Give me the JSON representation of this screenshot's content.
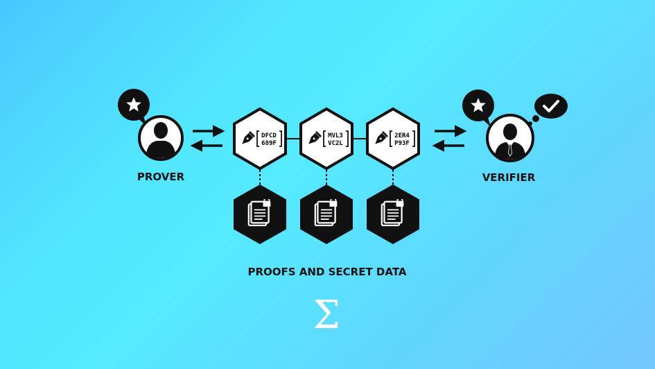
{
  "colors": {
    "background_start": "#48c8ff",
    "background_end": "#74c6ff",
    "ink": "#111111",
    "white": "#ffffff"
  },
  "prover": {
    "label": "PROVER",
    "icon": "user-icon",
    "bubble_icon": "star-icon"
  },
  "verifier": {
    "label": "VERIFIER",
    "icon": "businessman-icon",
    "bubble_icon": "star-icon",
    "thought_icon": "checkmark-icon"
  },
  "proofs": [
    {
      "code_line1": "DFCD",
      "code_line2": "689F",
      "icon": "pen-nib-icon"
    },
    {
      "code_line1": "MVL3",
      "code_line2": "VC2L",
      "icon": "pen-nib-icon"
    },
    {
      "code_line1": "2ER4",
      "code_line2": "P93F",
      "icon": "pen-nib-icon"
    }
  ],
  "secret_data": [
    {
      "icon": "locked-document-icon"
    },
    {
      "icon": "locked-document-icon"
    },
    {
      "icon": "locked-document-icon"
    }
  ],
  "caption": "PROOFS AND SECRET DATA",
  "logo_symbol": "Σ"
}
